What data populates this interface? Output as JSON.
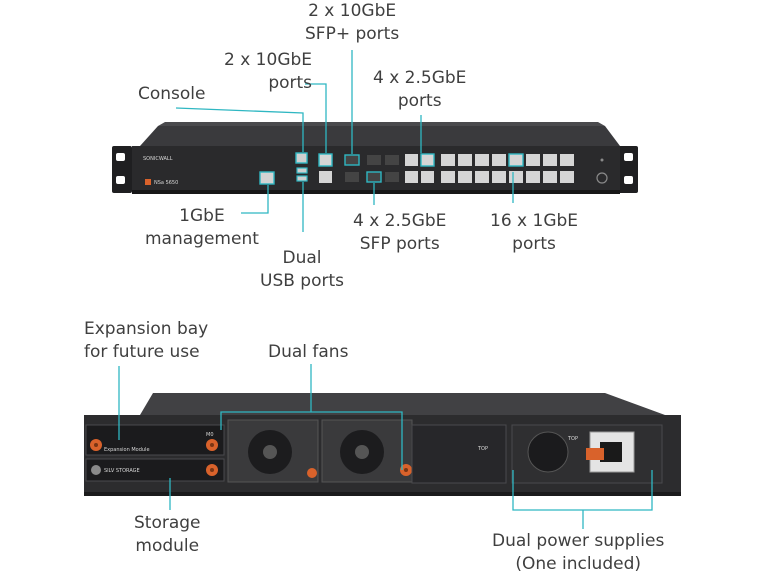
{
  "front_labels": {
    "sfp_plus_10g": [
      "2 x 10GbE",
      "SFP+ ports"
    ],
    "ports_10g": [
      "2 x 10GbE",
      "ports"
    ],
    "console": "Console",
    "ports_25g": [
      "4 x 2.5GbE",
      "ports"
    ],
    "mgmt_1g": [
      "1GbE",
      "management"
    ],
    "usb": [
      "Dual",
      "USB ports"
    ],
    "sfp_25g": [
      "4 x 2.5GbE",
      "SFP ports"
    ],
    "ports_1g": [
      "16 x 1GbE",
      "ports"
    ]
  },
  "rear_labels": {
    "expansion_bay": [
      "Expansion bay",
      "for future use"
    ],
    "fans": "Dual fans",
    "storage": [
      "Storage",
      "module"
    ],
    "power": [
      "Dual power supplies",
      "(One included)"
    ]
  },
  "device_text": {
    "brand": "SONICWALL",
    "model": "NSa 5650",
    "expansion_module": "Expansion Module",
    "storage_module": "SILV STORAGE",
    "m0": "M0",
    "top": "TOP"
  },
  "colors": {
    "callout_line": "#2fb7c2",
    "port_highlight": "#2fb7c2",
    "chassis_dark": "#2a2a2c",
    "screw_orange": "#d9622b"
  }
}
